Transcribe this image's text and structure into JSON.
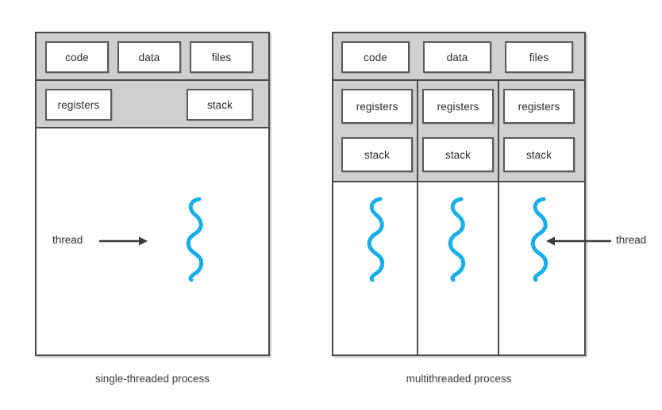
{
  "figure": {
    "accent_color": "#1aaee8",
    "band_color": "#cfcfcf",
    "frame_color": "#4a4a4a",
    "box_border_color": "#5a5a5a"
  },
  "single_threaded": {
    "caption": "single-threaded process",
    "shared_row": [
      {
        "label": "code"
      },
      {
        "label": "data"
      },
      {
        "label": "files"
      }
    ],
    "thread_row": [
      {
        "label": "registers"
      },
      {
        "label": "stack"
      }
    ],
    "annotation": {
      "label": "thread",
      "arrow": "arrow-right"
    },
    "thread_count": 1
  },
  "multithreaded": {
    "caption": "multithreaded process",
    "shared_row": [
      {
        "label": "code"
      },
      {
        "label": "data"
      },
      {
        "label": "files"
      }
    ],
    "columns": [
      {
        "registers": "registers",
        "stack": "stack"
      },
      {
        "registers": "registers",
        "stack": "stack"
      },
      {
        "registers": "registers",
        "stack": "stack"
      }
    ],
    "annotation": {
      "label": "thread",
      "arrow": "arrow-left"
    },
    "thread_count": 3
  }
}
